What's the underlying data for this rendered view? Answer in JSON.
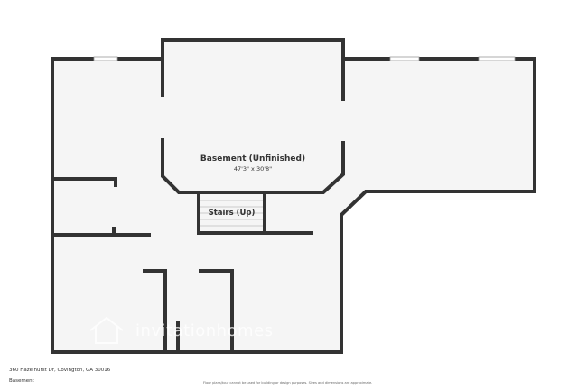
{
  "room": {
    "name": "Basement (Unfinished)",
    "dimensions": "47'3\" x 30'8\""
  },
  "stairs": {
    "label": "Stairs (Up)"
  },
  "footer": {
    "address": "360 Hazelhurst Dr, Covington, GA 30016",
    "floor": "Basement",
    "disclaimer": "Floor plans/tour cannot be used for building or design purposes. Sizes and dimensions are approximate."
  },
  "watermark": {
    "logo_text": "invitationhomes"
  },
  "colors": {
    "wall": "#333333",
    "floor": "#f5f5f5"
  }
}
